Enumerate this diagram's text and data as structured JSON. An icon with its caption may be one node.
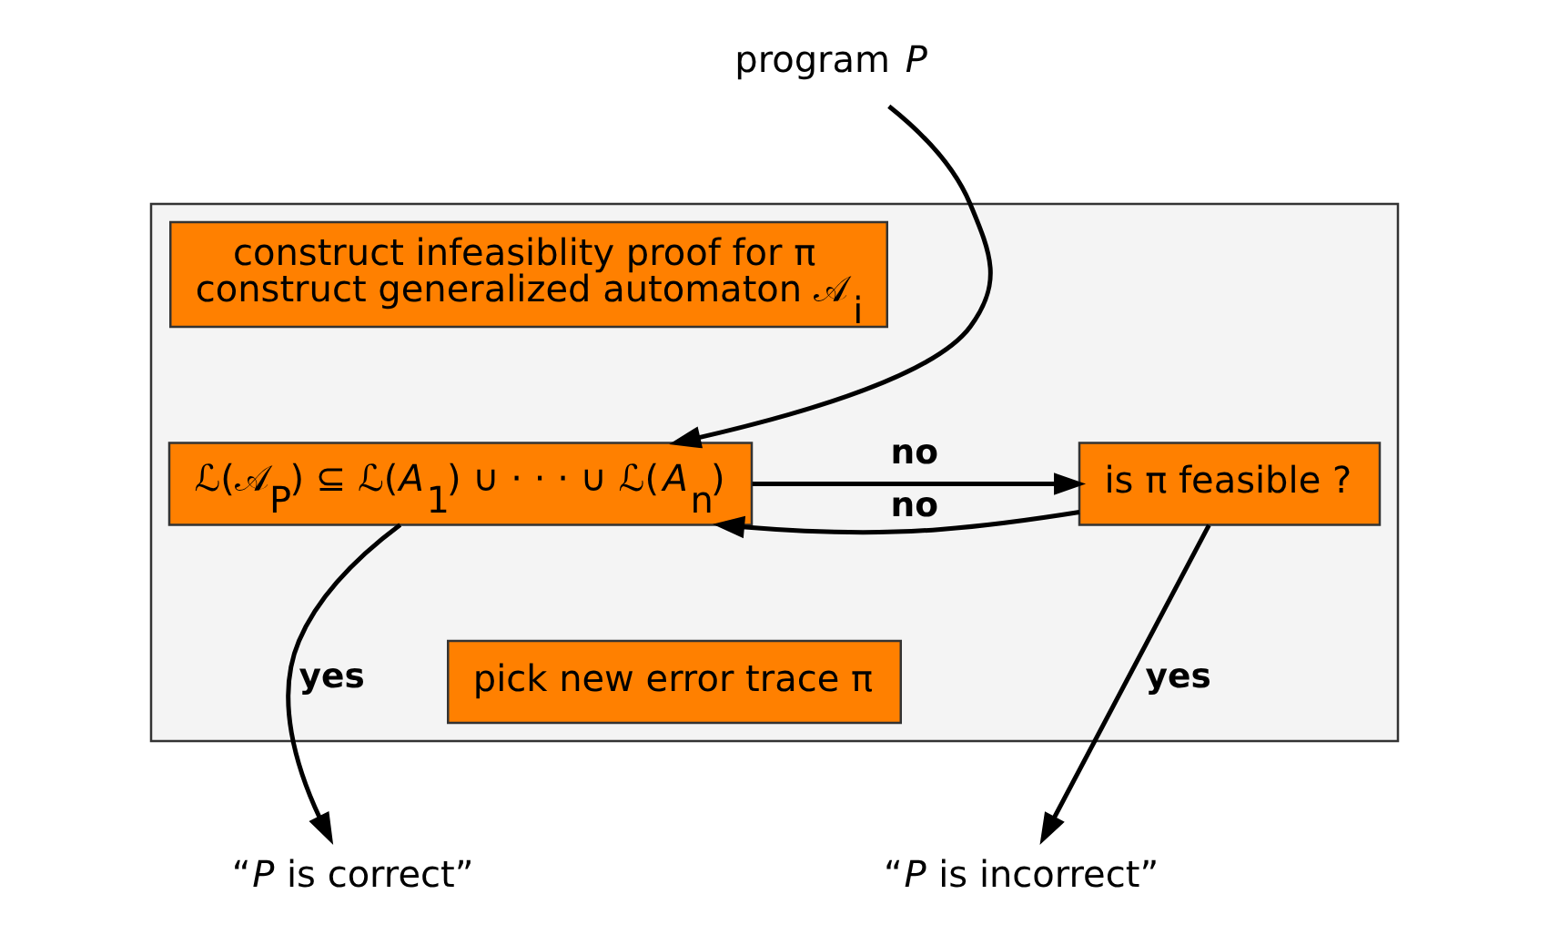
{
  "diagram": {
    "nodes": [
      {
        "text": [],
        "shape": "box"
      },
      {
        "text": [
          "program *P*"
        ]
      },
      {
        "text": [
          "ℒ(𝒜$_{P}$) ⊆ ℒ(*A*$_{1}$) ∪ · · · ∪ ℒ(*A*$_{n}$)"
        ],
        "in": 0
      },
      {
        "text": [
          "is π feasible ?"
        ],
        "in": 0
      },
      {
        "text": [
          "construct infeasiblity proof for π",
          "construct generalized automaton 𝒜$_{i}$"
        ],
        "in": 0
      },
      {
        "text": [
          "pick new error trace π"
        ],
        "in": 0
      },
      {
        "text": [
          "“*P* is correct”"
        ]
      },
      {
        "text": [
          "“*P* is incorrect”"
        ]
      }
    ],
    "edges": [
      {
        "from": 1,
        "to": 2,
        "arrow": "to"
      },
      {
        "from": 2,
        "to": 3,
        "arrow": "to",
        "label": "no"
      },
      {
        "from": 3,
        "to": 2,
        "arrow": "to",
        "label": "no"
      },
      {
        "from": 2,
        "to": 6,
        "arrow": "to",
        "label": "yes"
      },
      {
        "from": 3,
        "to": 7,
        "arrow": "to",
        "label": "yes"
      }
    ]
  }
}
